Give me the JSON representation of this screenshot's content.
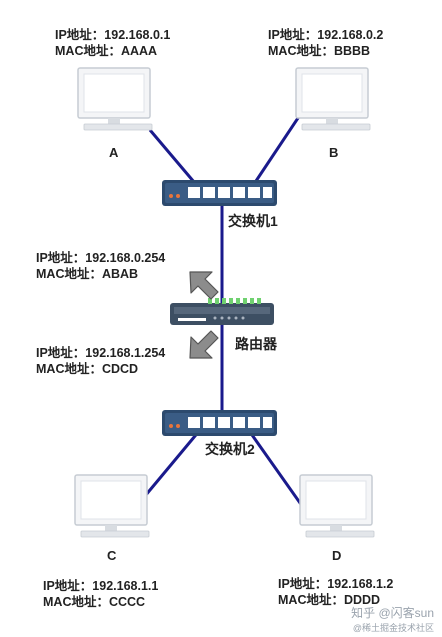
{
  "hosts": [
    {
      "name": "A",
      "ip_line": "IP地址：192.168.0.1",
      "mac_line": "MAC地址：AAAA"
    },
    {
      "name": "B",
      "ip_line": "IP地址：192.168.0.2",
      "mac_line": "MAC地址：BBBB"
    },
    {
      "name": "C",
      "ip_line": "IP地址：192.168.1.1",
      "mac_line": "MAC地址：CCCC"
    },
    {
      "name": "D",
      "ip_line": "IP地址：192.168.1.2",
      "mac_line": "MAC地址：DDDD"
    }
  ],
  "switches": [
    {
      "label": "交换机1"
    },
    {
      "label": "交换机2"
    }
  ],
  "router": {
    "label": "路由器",
    "interface_top": {
      "ip_line": "IP地址：192.168.0.254",
      "mac_line": "MAC地址：ABAB"
    },
    "interface_bottom": {
      "ip_line": "IP地址：192.168.1.254",
      "mac_line": "MAC地址：CDCD"
    }
  },
  "watermark": {
    "line1": "知乎 @闪客sun",
    "line2": "@稀土掘金技术社区"
  },
  "colors": {
    "link": "#1a1a8c",
    "switch_body": "#2c4a6e",
    "router_body": "#3d4f63",
    "arrow": "#8c8c8c"
  }
}
